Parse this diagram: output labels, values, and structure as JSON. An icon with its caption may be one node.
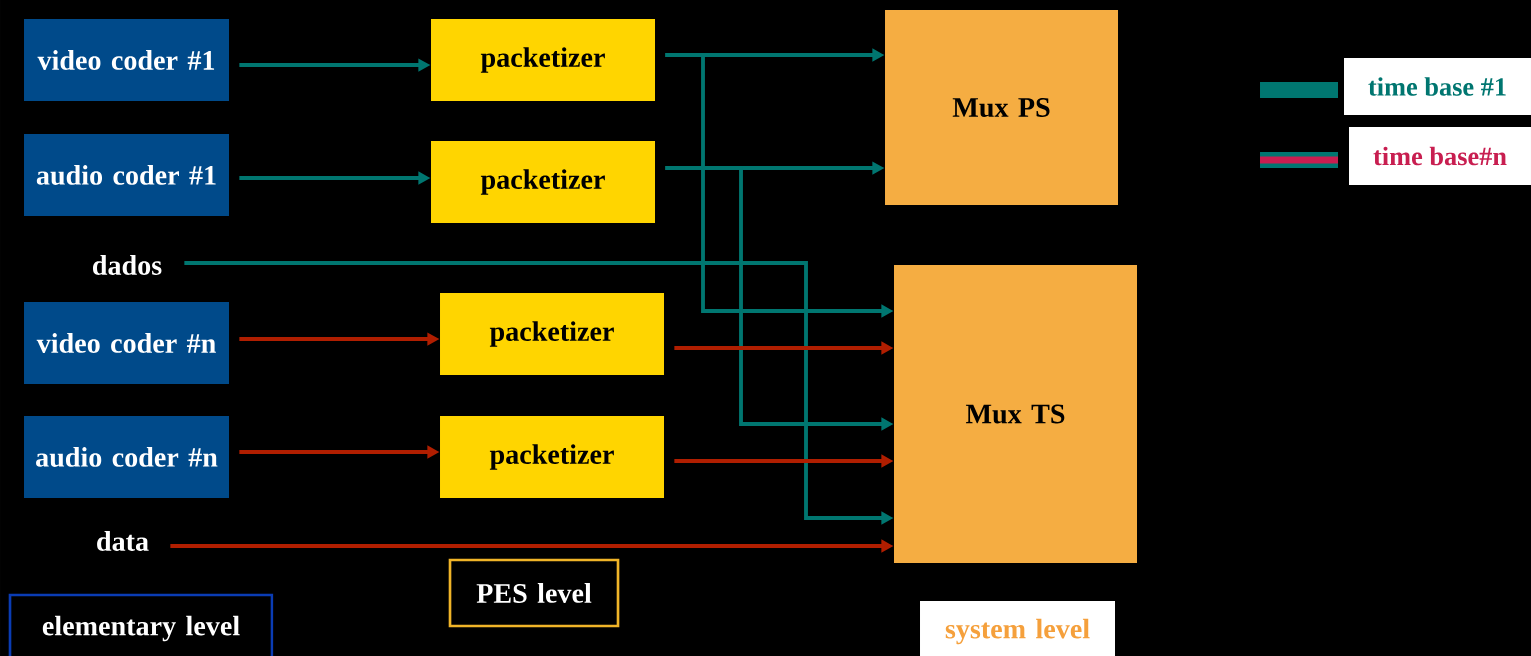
{
  "diagram": {
    "nodes": [
      {
        "text": [
          "video coder #1"
        ]
      },
      {
        "text": [
          "packetizer"
        ]
      },
      {
        "text": [
          "audio coder #1"
        ]
      },
      {
        "text": [
          "packetizer"
        ]
      },
      {
        "text": [
          "dados"
        ]
      },
      {
        "text": [
          "video coder #n"
        ]
      },
      {
        "text": [
          "packetizer"
        ]
      },
      {
        "text": [
          "audio coder #n"
        ]
      },
      {
        "text": [
          "packetizer"
        ]
      },
      {
        "text": [
          "data"
        ]
      },
      {
        "text": [
          "Mux PS"
        ]
      },
      {
        "text": [
          "Mux TS"
        ]
      },
      {
        "text": [
          "PES level"
        ]
      },
      {
        "text": [
          "elementary level"
        ]
      },
      {
        "text": [
          "system level"
        ]
      }
    ],
    "edges": [
      {
        "from": 0,
        "to": 1,
        "arrow": "to"
      },
      {
        "from": 2,
        "to": 3,
        "arrow": "to"
      },
      {
        "from": 5,
        "to": 6,
        "arrow": "to",
        "color": "#b01e00"
      },
      {
        "from": 7,
        "to": 8,
        "arrow": "to",
        "color": "#b01e00"
      },
      {
        "from": 1,
        "to": 10,
        "arrow": "to"
      },
      {
        "from": 1,
        "to": 11,
        "arrow": "to"
      },
      {
        "from": 3,
        "to": 10,
        "arrow": "to"
      },
      {
        "from": 3,
        "to": 11,
        "arrow": "to"
      },
      {
        "from": 4,
        "to": 11,
        "arrow": "to"
      },
      {
        "from": 6,
        "to": 11,
        "arrow": "to",
        "color": "#b01e00"
      },
      {
        "from": 8,
        "to": 11,
        "arrow": "to",
        "color": "#b01e00"
      },
      {
        "from": 9,
        "to": 11,
        "arrow": "to",
        "color": "#b01e00"
      }
    ],
    "legend": [
      {
        "text": "time base #1"
      },
      {
        "text": "time base#n"
      }
    ]
  }
}
